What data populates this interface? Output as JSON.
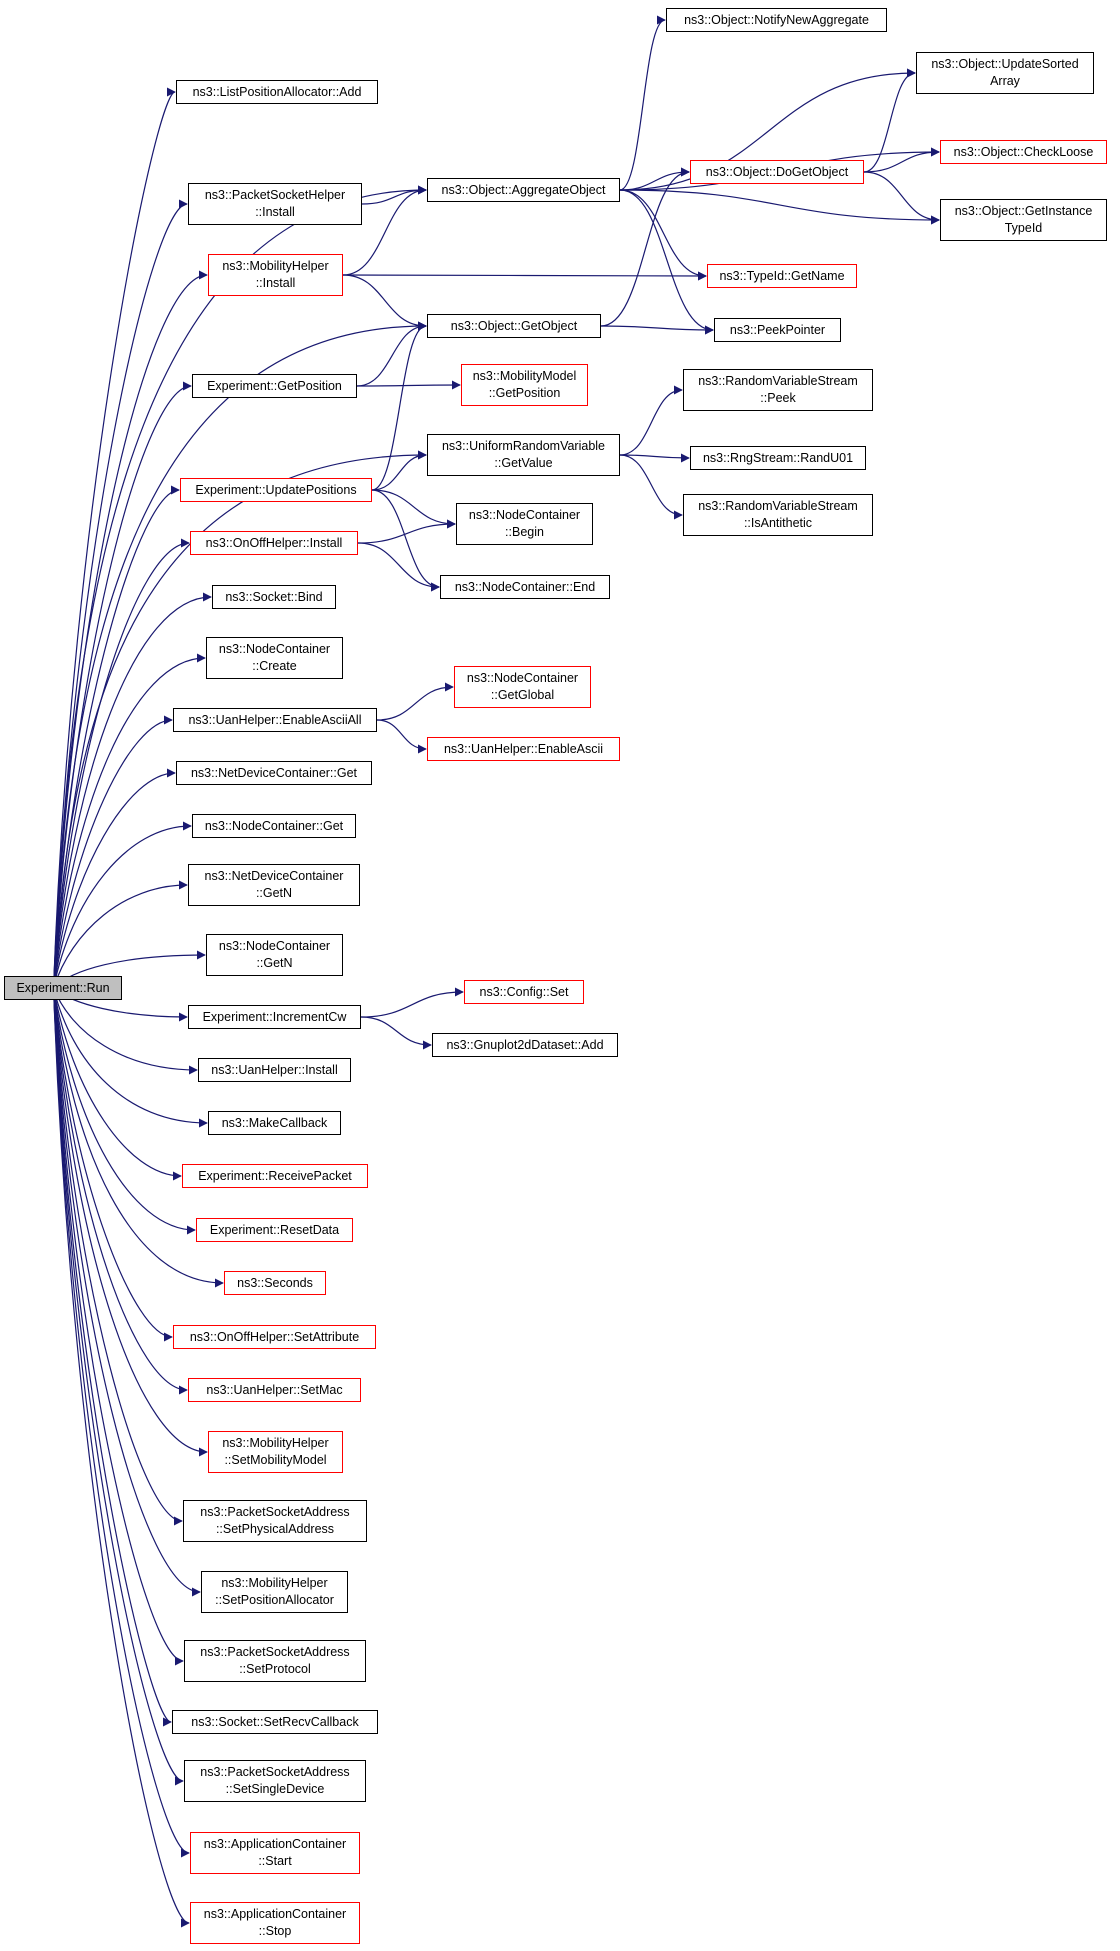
{
  "colors": {
    "edge": "#191970",
    "border": "#000000",
    "highlight_border": "#ff0000",
    "root_fill": "#bfbfbf"
  },
  "nodes": [
    {
      "id": "run",
      "lines": [
        "Experiment::Run"
      ],
      "root": true
    },
    {
      "id": "lpa_add",
      "lines": [
        "ns3::ListPositionAllocator::Add"
      ]
    },
    {
      "id": "psh_install",
      "lines": [
        "ns3::PacketSocketHelper",
        "::Install"
      ]
    },
    {
      "id": "mh_install",
      "lines": [
        "ns3::MobilityHelper",
        "::Install"
      ],
      "red": true
    },
    {
      "id": "get_position",
      "lines": [
        "Experiment::GetPosition"
      ]
    },
    {
      "id": "update_positions",
      "lines": [
        "Experiment::UpdatePositions"
      ],
      "red": true
    },
    {
      "id": "onoff_install",
      "lines": [
        "ns3::OnOffHelper::Install"
      ],
      "red": true
    },
    {
      "id": "socket_bind",
      "lines": [
        "ns3::Socket::Bind"
      ]
    },
    {
      "id": "nc_create",
      "lines": [
        "ns3::NodeContainer",
        "::Create"
      ]
    },
    {
      "id": "uan_ascii_all",
      "lines": [
        "ns3::UanHelper::EnableAsciiAll"
      ]
    },
    {
      "id": "ndc_get",
      "lines": [
        "ns3::NetDeviceContainer::Get"
      ]
    },
    {
      "id": "nc_get",
      "lines": [
        "ns3::NodeContainer::Get"
      ]
    },
    {
      "id": "ndc_getn",
      "lines": [
        "ns3::NetDeviceContainer",
        "::GetN"
      ]
    },
    {
      "id": "nc_getn",
      "lines": [
        "ns3::NodeContainer",
        "::GetN"
      ]
    },
    {
      "id": "increment_cw",
      "lines": [
        "Experiment::IncrementCw"
      ]
    },
    {
      "id": "uan_install",
      "lines": [
        "ns3::UanHelper::Install"
      ]
    },
    {
      "id": "make_callback",
      "lines": [
        "ns3::MakeCallback"
      ]
    },
    {
      "id": "receive_packet",
      "lines": [
        "Experiment::ReceivePacket"
      ],
      "red": true
    },
    {
      "id": "reset_data",
      "lines": [
        "Experiment::ResetData"
      ],
      "red": true
    },
    {
      "id": "seconds",
      "lines": [
        "ns3::Seconds"
      ],
      "red": true
    },
    {
      "id": "onoff_setattr",
      "lines": [
        "ns3::OnOffHelper::SetAttribute"
      ],
      "red": true
    },
    {
      "id": "uan_setmac",
      "lines": [
        "ns3::UanHelper::SetMac"
      ],
      "red": true
    },
    {
      "id": "mh_setmobility",
      "lines": [
        "ns3::MobilityHelper",
        "::SetMobilityModel"
      ],
      "red": true
    },
    {
      "id": "psa_setphys",
      "lines": [
        "ns3::PacketSocketAddress",
        "::SetPhysicalAddress"
      ]
    },
    {
      "id": "mh_setposalloc",
      "lines": [
        "ns3::MobilityHelper",
        "::SetPositionAllocator"
      ]
    },
    {
      "id": "psa_setproto",
      "lines": [
        "ns3::PacketSocketAddress",
        "::SetProtocol"
      ]
    },
    {
      "id": "socket_setrecv",
      "lines": [
        "ns3::Socket::SetRecvCallback"
      ]
    },
    {
      "id": "psa_setsingle",
      "lines": [
        "ns3::PacketSocketAddress",
        "::SetSingleDevice"
      ]
    },
    {
      "id": "ac_start",
      "lines": [
        "ns3::ApplicationContainer",
        "::Start"
      ],
      "red": true
    },
    {
      "id": "ac_stop",
      "lines": [
        "ns3::ApplicationContainer",
        "::Stop"
      ],
      "red": true
    },
    {
      "id": "aggregate",
      "lines": [
        "ns3::Object::AggregateObject"
      ]
    },
    {
      "id": "get_object",
      "lines": [
        "ns3::Object::GetObject"
      ]
    },
    {
      "id": "mm_getpos",
      "lines": [
        "ns3::MobilityModel",
        "::GetPosition"
      ],
      "red": true
    },
    {
      "id": "urv_getvalue",
      "lines": [
        "ns3::UniformRandomVariable",
        "::GetValue"
      ]
    },
    {
      "id": "nc_begin",
      "lines": [
        "ns3::NodeContainer",
        "::Begin"
      ]
    },
    {
      "id": "nc_end",
      "lines": [
        "ns3::NodeContainer::End"
      ]
    },
    {
      "id": "nc_getglobal",
      "lines": [
        "ns3::NodeContainer",
        "::GetGlobal"
      ],
      "red": true
    },
    {
      "id": "uan_ascii",
      "lines": [
        "ns3::UanHelper::EnableAscii"
      ],
      "red": true
    },
    {
      "id": "config_set",
      "lines": [
        "ns3::Config::Set"
      ],
      "red": true
    },
    {
      "id": "gnuplot_add",
      "lines": [
        "ns3::Gnuplot2dDataset::Add"
      ]
    },
    {
      "id": "notify_new",
      "lines": [
        "ns3::Object::NotifyNewAggregate"
      ]
    },
    {
      "id": "do_get_object",
      "lines": [
        "ns3::Object::DoGetObject"
      ],
      "red": true
    },
    {
      "id": "typeid_getname",
      "lines": [
        "ns3::TypeId::GetName"
      ],
      "red": true
    },
    {
      "id": "peek_pointer",
      "lines": [
        "ns3::PeekPointer"
      ]
    },
    {
      "id": "rvs_peek",
      "lines": [
        "ns3::RandomVariableStream",
        "::Peek"
      ]
    },
    {
      "id": "rng_randu01",
      "lines": [
        "ns3::RngStream::RandU01"
      ]
    },
    {
      "id": "rvs_isanti",
      "lines": [
        "ns3::RandomVariableStream",
        "::IsAntithetic"
      ]
    },
    {
      "id": "update_sorted",
      "lines": [
        "ns3::Object::UpdateSorted",
        "Array"
      ]
    },
    {
      "id": "check_loose",
      "lines": [
        "ns3::Object::CheckLoose"
      ],
      "red": true
    },
    {
      "id": "get_instance_typeid",
      "lines": [
        "ns3::Object::GetInstance",
        "TypeId"
      ]
    }
  ],
  "edges": [
    [
      "run",
      "lpa_add"
    ],
    [
      "run",
      "aggregate"
    ],
    [
      "run",
      "psh_install"
    ],
    [
      "run",
      "mh_install"
    ],
    [
      "run",
      "get_object"
    ],
    [
      "run",
      "get_position"
    ],
    [
      "run",
      "urv_getvalue"
    ],
    [
      "run",
      "update_positions"
    ],
    [
      "run",
      "onoff_install"
    ],
    [
      "run",
      "socket_bind"
    ],
    [
      "run",
      "nc_create"
    ],
    [
      "run",
      "uan_ascii_all"
    ],
    [
      "run",
      "ndc_get"
    ],
    [
      "run",
      "nc_get"
    ],
    [
      "run",
      "ndc_getn"
    ],
    [
      "run",
      "nc_getn"
    ],
    [
      "run",
      "increment_cw"
    ],
    [
      "run",
      "uan_install"
    ],
    [
      "run",
      "make_callback"
    ],
    [
      "run",
      "receive_packet"
    ],
    [
      "run",
      "reset_data"
    ],
    [
      "run",
      "seconds"
    ],
    [
      "run",
      "onoff_setattr"
    ],
    [
      "run",
      "uan_setmac"
    ],
    [
      "run",
      "mh_setmobility"
    ],
    [
      "run",
      "psa_setphys"
    ],
    [
      "run",
      "mh_setposalloc"
    ],
    [
      "run",
      "psa_setproto"
    ],
    [
      "run",
      "socket_setrecv"
    ],
    [
      "run",
      "psa_setsingle"
    ],
    [
      "run",
      "ac_start"
    ],
    [
      "run",
      "ac_stop"
    ],
    [
      "psh_install",
      "aggregate"
    ],
    [
      "mh_install",
      "aggregate"
    ],
    [
      "mh_install",
      "typeid_getname"
    ],
    [
      "mh_install",
      "get_object"
    ],
    [
      "get_position",
      "get_object"
    ],
    [
      "get_position",
      "mm_getpos"
    ],
    [
      "update_positions",
      "get_object"
    ],
    [
      "update_positions",
      "urv_getvalue"
    ],
    [
      "update_positions",
      "nc_begin"
    ],
    [
      "update_positions",
      "nc_end"
    ],
    [
      "onoff_install",
      "nc_begin"
    ],
    [
      "onoff_install",
      "nc_end"
    ],
    [
      "uan_ascii_all",
      "nc_getglobal"
    ],
    [
      "uan_ascii_all",
      "uan_ascii"
    ],
    [
      "increment_cw",
      "config_set"
    ],
    [
      "increment_cw",
      "gnuplot_add"
    ],
    [
      "aggregate",
      "notify_new"
    ],
    [
      "aggregate",
      "update_sorted"
    ],
    [
      "aggregate",
      "check_loose"
    ],
    [
      "aggregate",
      "do_get_object"
    ],
    [
      "aggregate",
      "get_instance_typeid"
    ],
    [
      "aggregate",
      "typeid_getname"
    ],
    [
      "aggregate",
      "peek_pointer"
    ],
    [
      "get_object",
      "do_get_object"
    ],
    [
      "get_object",
      "peek_pointer"
    ],
    [
      "do_get_object",
      "update_sorted"
    ],
    [
      "do_get_object",
      "check_loose"
    ],
    [
      "do_get_object",
      "get_instance_typeid"
    ],
    [
      "urv_getvalue",
      "rvs_peek"
    ],
    [
      "urv_getvalue",
      "rng_randu01"
    ],
    [
      "urv_getvalue",
      "rvs_isanti"
    ]
  ]
}
